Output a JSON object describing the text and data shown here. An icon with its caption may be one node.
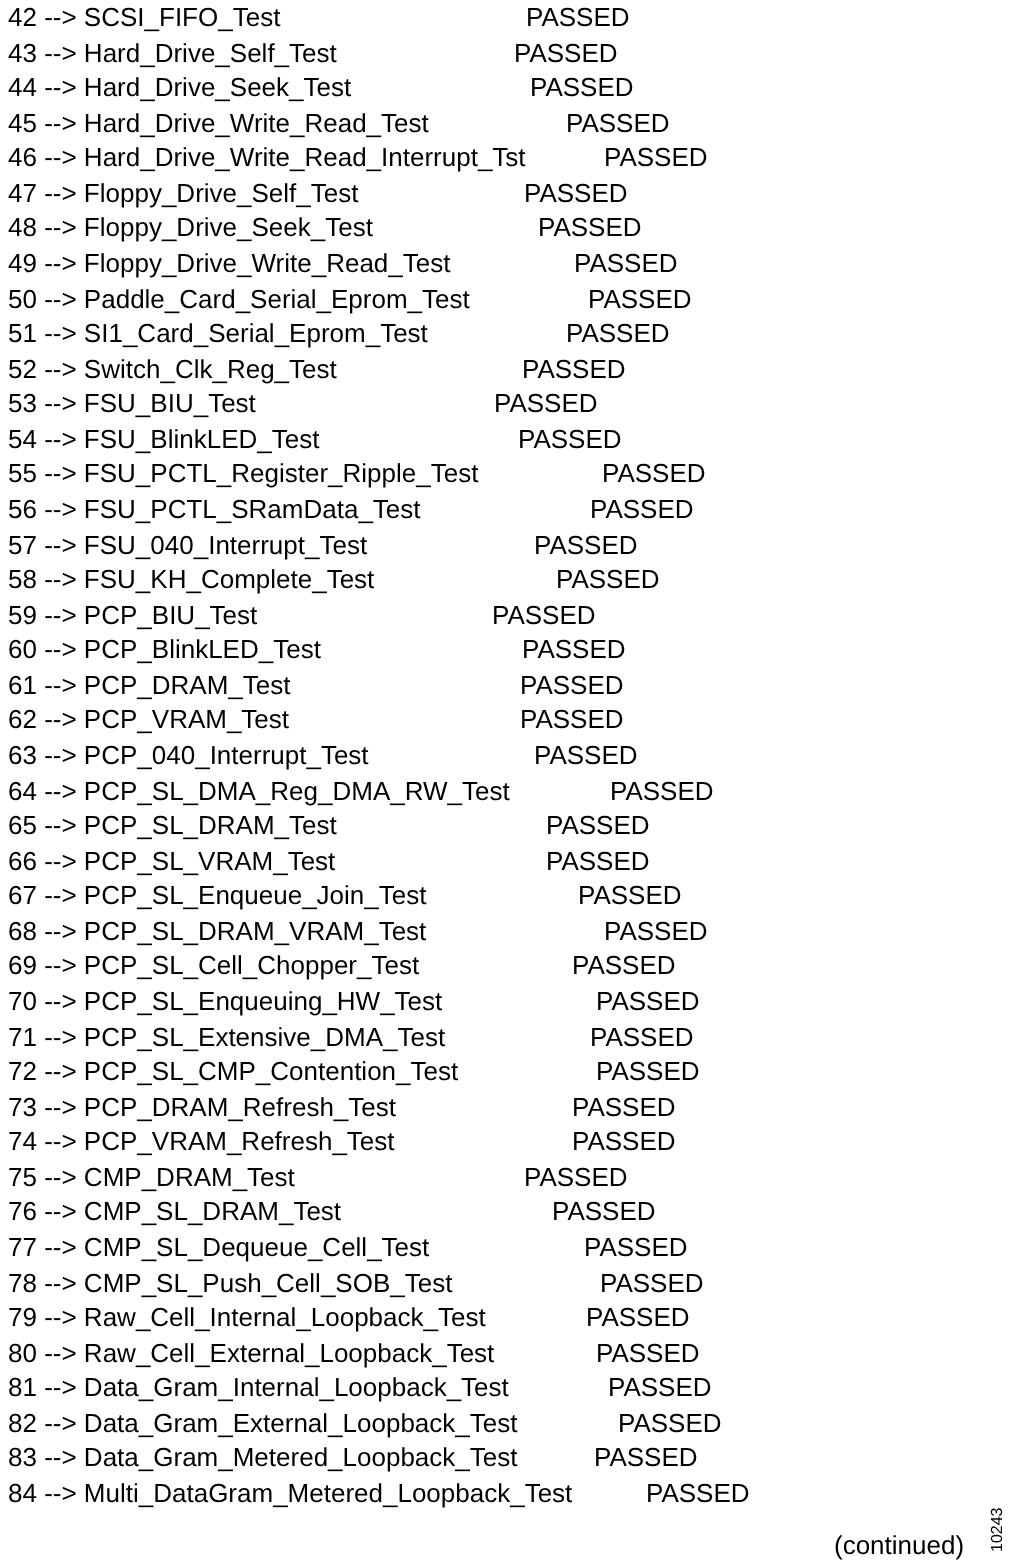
{
  "diagram": {
    "labels": [
      "42 --> SCSI_FIFO_Test",
      "PASSED",
      "43 --> Hard_Drive_Self_Test",
      "PASSED",
      "44 --> Hard_Drive_Seek_Test",
      "PASSED",
      "45 --> Hard_Drive_Write_Read_Test",
      "PASSED",
      "46 --> Hard_Drive_Write_Read_Interrupt_Tst",
      "PASSED",
      "47 --> Floppy_Drive_Self_Test",
      "PASSED",
      "48 --> Floppy_Drive_Seek_Test",
      "PASSED",
      "49 --> Floppy_Drive_Write_Read_Test",
      "PASSED",
      "50 --> Paddle_Card_Serial_Eprom_Test",
      "PASSED",
      "51 --> SI1_Card_Serial_Eprom_Test",
      "PASSED",
      "52 --> Switch_Clk_Reg_Test",
      "PASSED",
      "53 --> FSU_BIU_Test",
      "PASSED",
      "54 --> FSU_BlinkLED_Test",
      "PASSED",
      "55 --> FSU_PCTL_Register_Ripple_Test",
      "PASSED",
      "56 --> FSU_PCTL_SRamData_Test",
      "PASSED",
      "57 --> FSU_040_Interrupt_Test",
      "PASSED",
      "58 --> FSU_KH_Complete_Test",
      "PASSED",
      "59 --> PCP_BIU_Test",
      "PASSED",
      "60 --> PCP_BlinkLED_Test",
      "PASSED",
      "61 --> PCP_DRAM_Test",
      "PASSED",
      "62 --> PCP_VRAM_Test",
      "PASSED",
      "63 --> PCP_040_Interrupt_Test",
      "PASSED",
      "64 --> PCP_SL_DMA_Reg_DMA_RW_Test",
      "PASSED",
      "65 --> PCP_SL_DRAM_Test",
      "PASSED",
      "66 --> PCP_SL_VRAM_Test",
      "PASSED",
      "67 --> PCP_SL_Enqueue_Join_Test",
      "PASSED",
      "68 --> PCP_SL_DRAM_VRAM_Test",
      "PASSED",
      "69 --> PCP_SL_Cell_Chopper_Test",
      "PASSED",
      "70 --> PCP_SL_Enqueuing_HW_Test",
      "PASSED",
      "71 --> PCP_SL_Extensive_DMA_Test",
      "PASSED",
      "72 --> PCP_SL_CMP_Contention_Test",
      "PASSED",
      "73 --> PCP_DRAM_Refresh_Test",
      "PASSED",
      "74 --> PCP_VRAM_Refresh_Test",
      "PASSED",
      "75 --> CMP_DRAM_Test",
      "PASSED",
      "76 --> CMP_SL_DRAM_Test",
      "PASSED",
      "77 --> CMP_SL_Dequeue_Cell_Test",
      "PASSED",
      "78 --> CMP_SL_Push_Cell_SOB_Test",
      "PASSED",
      "79 --> Raw_Cell_Internal_Loopback_Test",
      "PASSED",
      "80 --> Raw_Cell_External_Loopback_Test",
      "PASSED",
      "81 --> Data_Gram_Internal_Loopback_Test",
      "PASSED",
      "82 --> Data_Gram_External_Loopback_Test",
      "PASSED",
      "83 --> Data_Gram_Metered_Loopback_Test",
      "PASSED",
      "84 --> Multi_DataGram_Metered_Loopback_Test",
      "PASSED",
      "(continued)",
      "10243"
    ]
  }
}
